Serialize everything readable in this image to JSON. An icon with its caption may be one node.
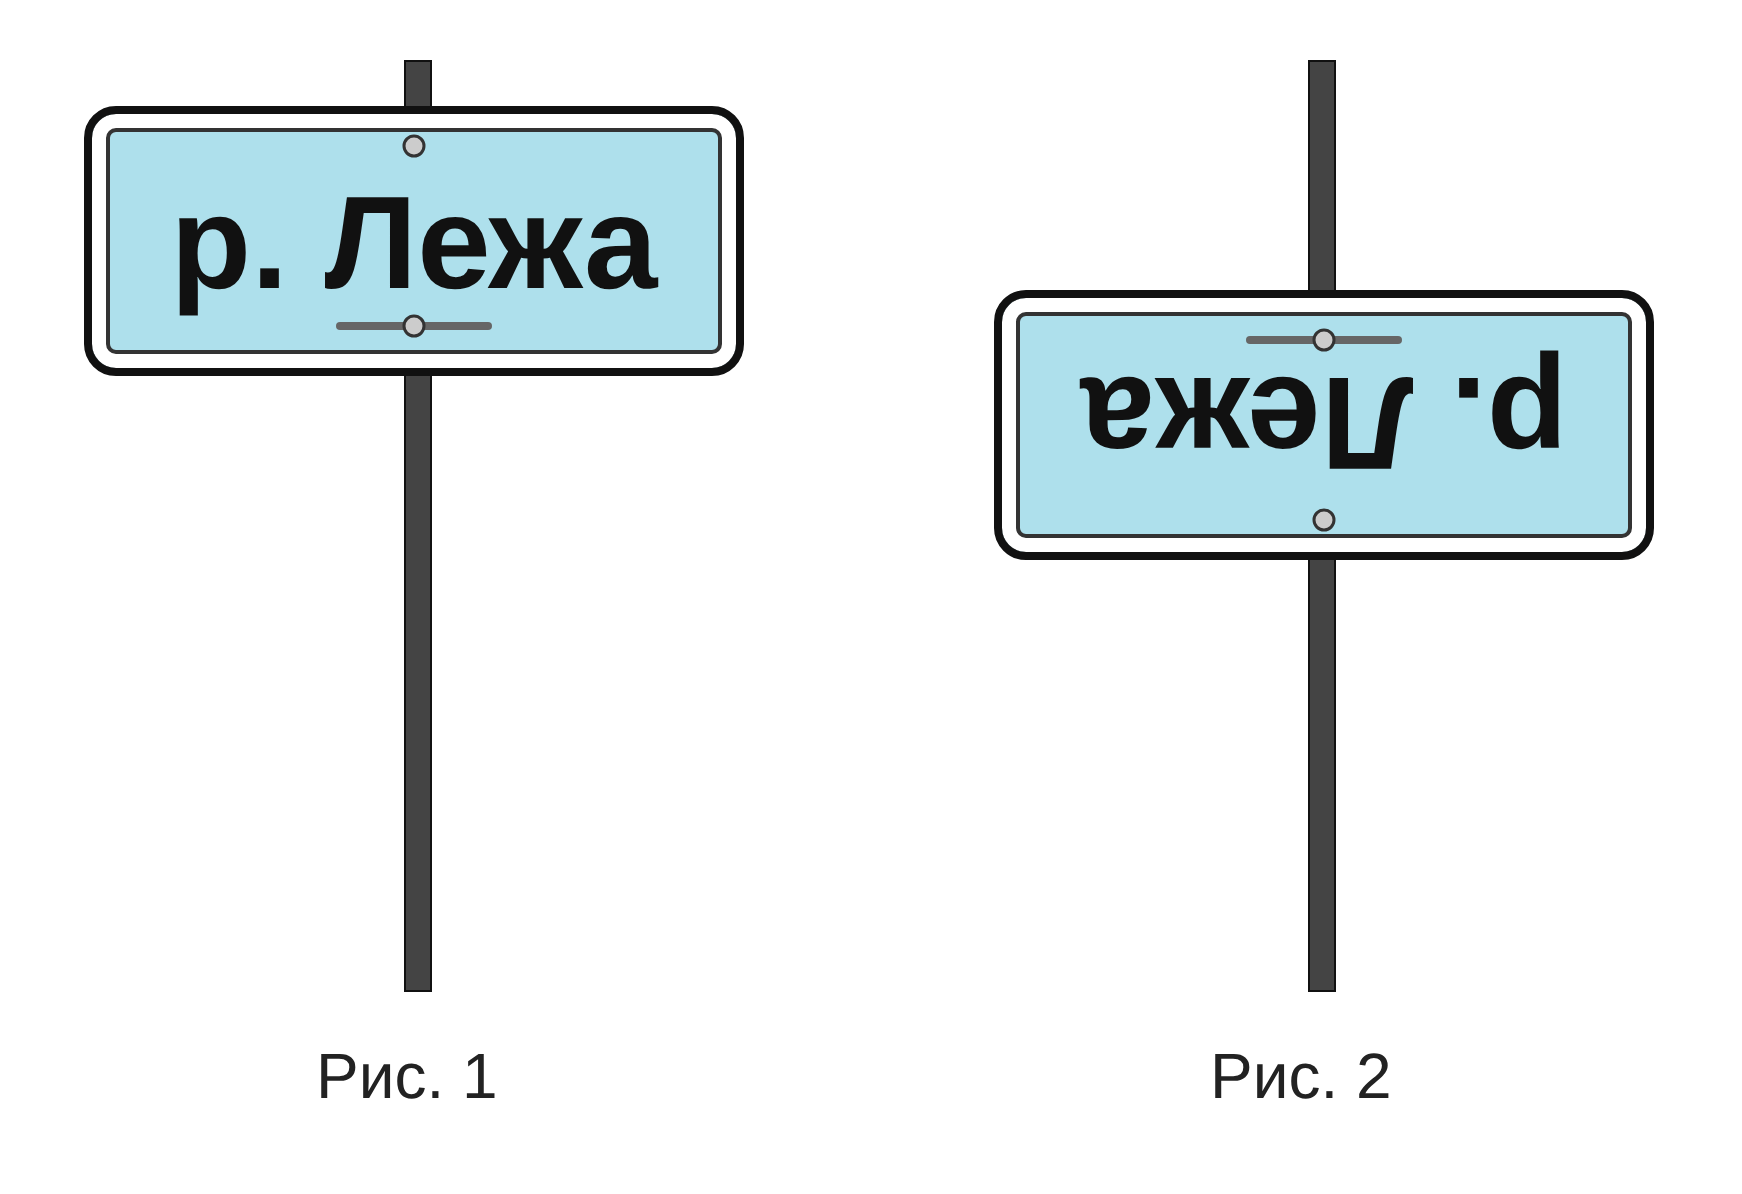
{
  "diagram": {
    "nodes": [
      {
        "text": [
          "р. Лежа"
        ]
      },
      {
        "text": [
          "р. Лежа"
        ]
      }
    ],
    "labels": [
      "Рис. 1",
      "Рис. 2"
    ]
  }
}
